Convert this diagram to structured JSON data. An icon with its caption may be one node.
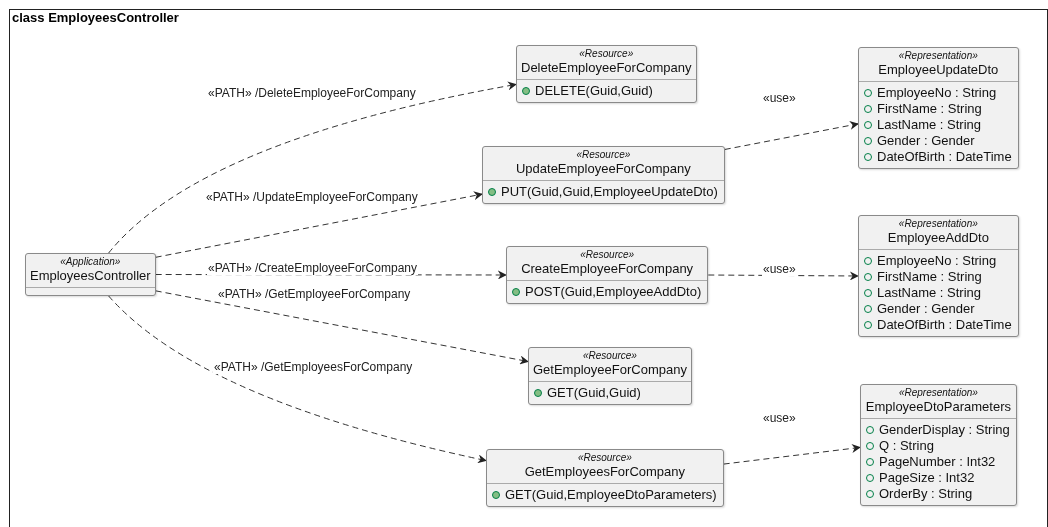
{
  "diagram": {
    "title": "class EmployeesController",
    "nodes": [
      {
        "text": [
          "«Application»",
          "EmployeesController"
        ]
      },
      {
        "text": [
          "«Resource»",
          "DeleteEmployeeForCompany",
          "DELETE(Guid,Guid)"
        ]
      },
      {
        "text": [
          "«Representation»",
          "EmployeeUpdateDto",
          "EmployeeNo : String",
          "FirstName : String",
          "LastName : String",
          "Gender : Gender",
          "DateOfBirth : DateTime"
        ]
      },
      {
        "text": [
          "«Resource»",
          "UpdateEmployeeForCompany",
          "PUT(Guid,Guid,EmployeeUpdateDto)"
        ]
      },
      {
        "text": [
          "«Resource»",
          "CreateEmployeeForCompany",
          "POST(Guid,EmployeeAddDto)"
        ]
      },
      {
        "text": [
          "«Representation»",
          "EmployeeAddDto",
          "EmployeeNo : String",
          "FirstName : String",
          "LastName : String",
          "Gender : Gender",
          "DateOfBirth : DateTime"
        ]
      },
      {
        "text": [
          "«Resource»",
          "GetEmployeeForCompany",
          "GET(Guid,Guid)"
        ]
      },
      {
        "text": [
          "«Representation»",
          "EmployeeDtoParameters",
          "GenderDisplay : String",
          "Q : String",
          "PageNumber : Int32",
          "PageSize : Int32",
          "OrderBy : String"
        ]
      },
      {
        "text": [
          "«Resource»",
          "GetEmployeesForCompany",
          "GET(Guid,EmployeeDtoParameters)"
        ]
      }
    ],
    "edges": [
      {
        "from": 0,
        "to": 1,
        "arrow": "to",
        "style": "dashed",
        "label": "«PATH» /DeleteEmployeeForCompany"
      },
      {
        "from": 0,
        "to": 3,
        "arrow": "to",
        "style": "dashed",
        "label": "«PATH» /UpdateEmployeeForCompany"
      },
      {
        "from": 0,
        "to": 4,
        "arrow": "to",
        "style": "dashed",
        "label": "«PATH» /CreateEmployeeForCompany"
      },
      {
        "from": 0,
        "to": 6,
        "arrow": "to",
        "style": "dashed",
        "label": "«PATH» /GetEmployeeForCompany"
      },
      {
        "from": 0,
        "to": 8,
        "arrow": "to",
        "style": "dashed",
        "label": "«PATH» /GetEmployeesForCompany"
      },
      {
        "from": 3,
        "to": 2,
        "arrow": "to",
        "style": "dashed",
        "label": "«use»"
      },
      {
        "from": 4,
        "to": 5,
        "arrow": "to",
        "style": "dashed",
        "label": "«use»"
      },
      {
        "from": 8,
        "to": 7,
        "arrow": "to",
        "style": "dashed",
        "label": "«use»"
      }
    ]
  }
}
